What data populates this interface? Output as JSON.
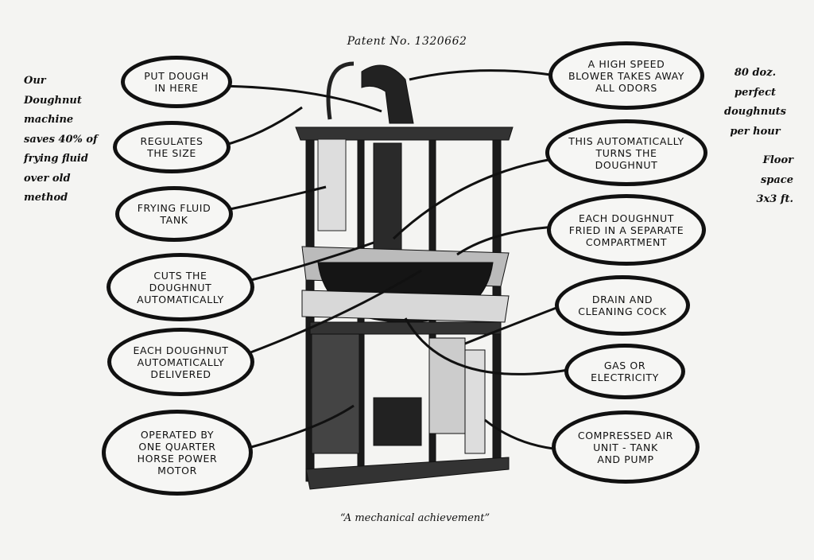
{
  "title": "Patent No. 1320662",
  "caption": "“A mechanical achievement”",
  "left_note": "Our Doughnut machine saves 40% of frying fluid over old method",
  "right_note_capacity": "80 doz. perfect doughnuts per hour",
  "right_note_space": "Floor space 3x3 ft.",
  "labels_left": [
    "PUT DOUGH\nIN HERE",
    "REGULATES\nTHE SIZE",
    "FRYING FLUID\nTANK",
    "CUTS THE\nDOUGHNUT\nAUTOMATICALLY",
    "EACH DOUGHNUT\nAUTOMATICALLY\nDELIVERED",
    "OPERATED BY\nONE QUARTER\nHORSE POWER\nMOTOR"
  ],
  "labels_right": [
    "A HIGH SPEED\nBLOWER TAKES AWAY\nALL ODORS",
    "THIS AUTOMATICALLY\nTURNS THE\nDOUGHNUT",
    "EACH DOUGHNUT\nFRIED IN A SEPARATE\nCOMPARTMENT",
    "DRAIN AND\nCLEANING COCK",
    "GAS OR\nELECTRICITY",
    "COMPRESSED AIR\nUNIT - TANK\nAND PUMP"
  ]
}
